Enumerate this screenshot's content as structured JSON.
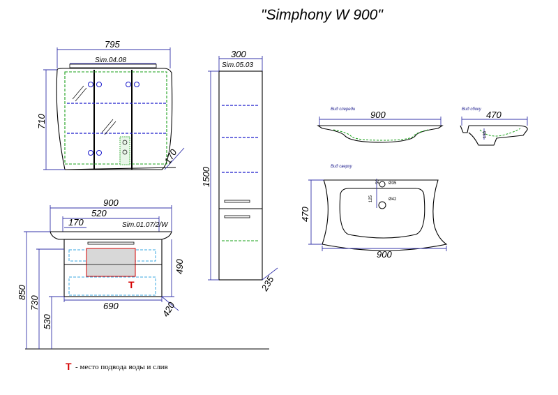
{
  "title": "\"Simphony W 900\"",
  "mirror_cabinet": {
    "code": "Sim.04.08",
    "width": "795",
    "height": "710",
    "depth": "170"
  },
  "column": {
    "code": "Sim.05.03",
    "width": "300",
    "height": "1500",
    "depth": "235"
  },
  "vanity": {
    "code": "Sim.01.07/2/W",
    "top_width": "900",
    "inner_width": "520",
    "offset": "170",
    "body_width": "690",
    "body_height": "490",
    "depth": "420",
    "height_total": "850",
    "height_mid": "730",
    "height_low": "530"
  },
  "basin": {
    "front_view_label": "Вид спереди",
    "side_view_label": "Вид сбоку",
    "top_view_label": "Вид сверху",
    "front_width": "900",
    "side_depth": "470",
    "side_small": "130",
    "top_depth": "470",
    "top_width": "900",
    "hole_small": "Ø35",
    "hole_large": "Ø42",
    "offset_small": "50",
    "offset_large": "125"
  },
  "legend": {
    "mark": "Т",
    "text": "- место подвода воды и слив"
  }
}
